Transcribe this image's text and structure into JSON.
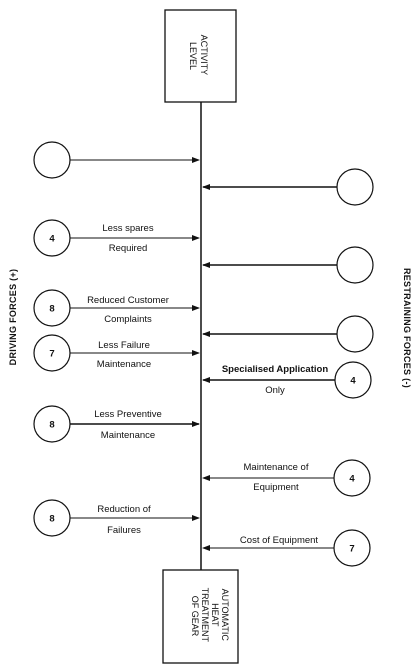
{
  "top_box": {
    "lines": [
      "ACTIVITY",
      "LEVEL"
    ]
  },
  "bottom_box": {
    "lines": [
      "AUTOMATIC",
      "HEAT",
      "TREATMENT",
      "OF GEAR"
    ]
  },
  "side_labels": {
    "left": "DRIVING FORCES (+)",
    "right": "RESTRAINING FORCES (-)"
  },
  "driving_forces": [
    {
      "score": "",
      "label_top": "",
      "label_bottom": ""
    },
    {
      "score": "4",
      "label_top": "Less spares",
      "label_bottom": "Required"
    },
    {
      "score": "8",
      "label_top": "Reduced Customer",
      "label_bottom": "Complaints"
    },
    {
      "score": "7",
      "label_top": "Less Failure",
      "label_bottom": "Maintenance"
    },
    {
      "score": "8",
      "label_top": "Less Preventive",
      "label_bottom": "Maintenance"
    },
    {
      "score": "8",
      "label_top": "Reduction of",
      "label_bottom": "Failures"
    }
  ],
  "restraining_forces": [
    {
      "score": "",
      "label_top": "",
      "label_bottom": ""
    },
    {
      "score": "",
      "label_top": "",
      "label_bottom": ""
    },
    {
      "score": "",
      "label_top": "",
      "label_bottom": ""
    },
    {
      "score": "4",
      "label_top": "Specialised Application",
      "label_bottom": "Only"
    },
    {
      "score": "4",
      "label_top": "Maintenance of",
      "label_bottom": "Equipment"
    },
    {
      "score": "7",
      "label_top": "Cost of Equipment",
      "label_bottom": ""
    }
  ]
}
